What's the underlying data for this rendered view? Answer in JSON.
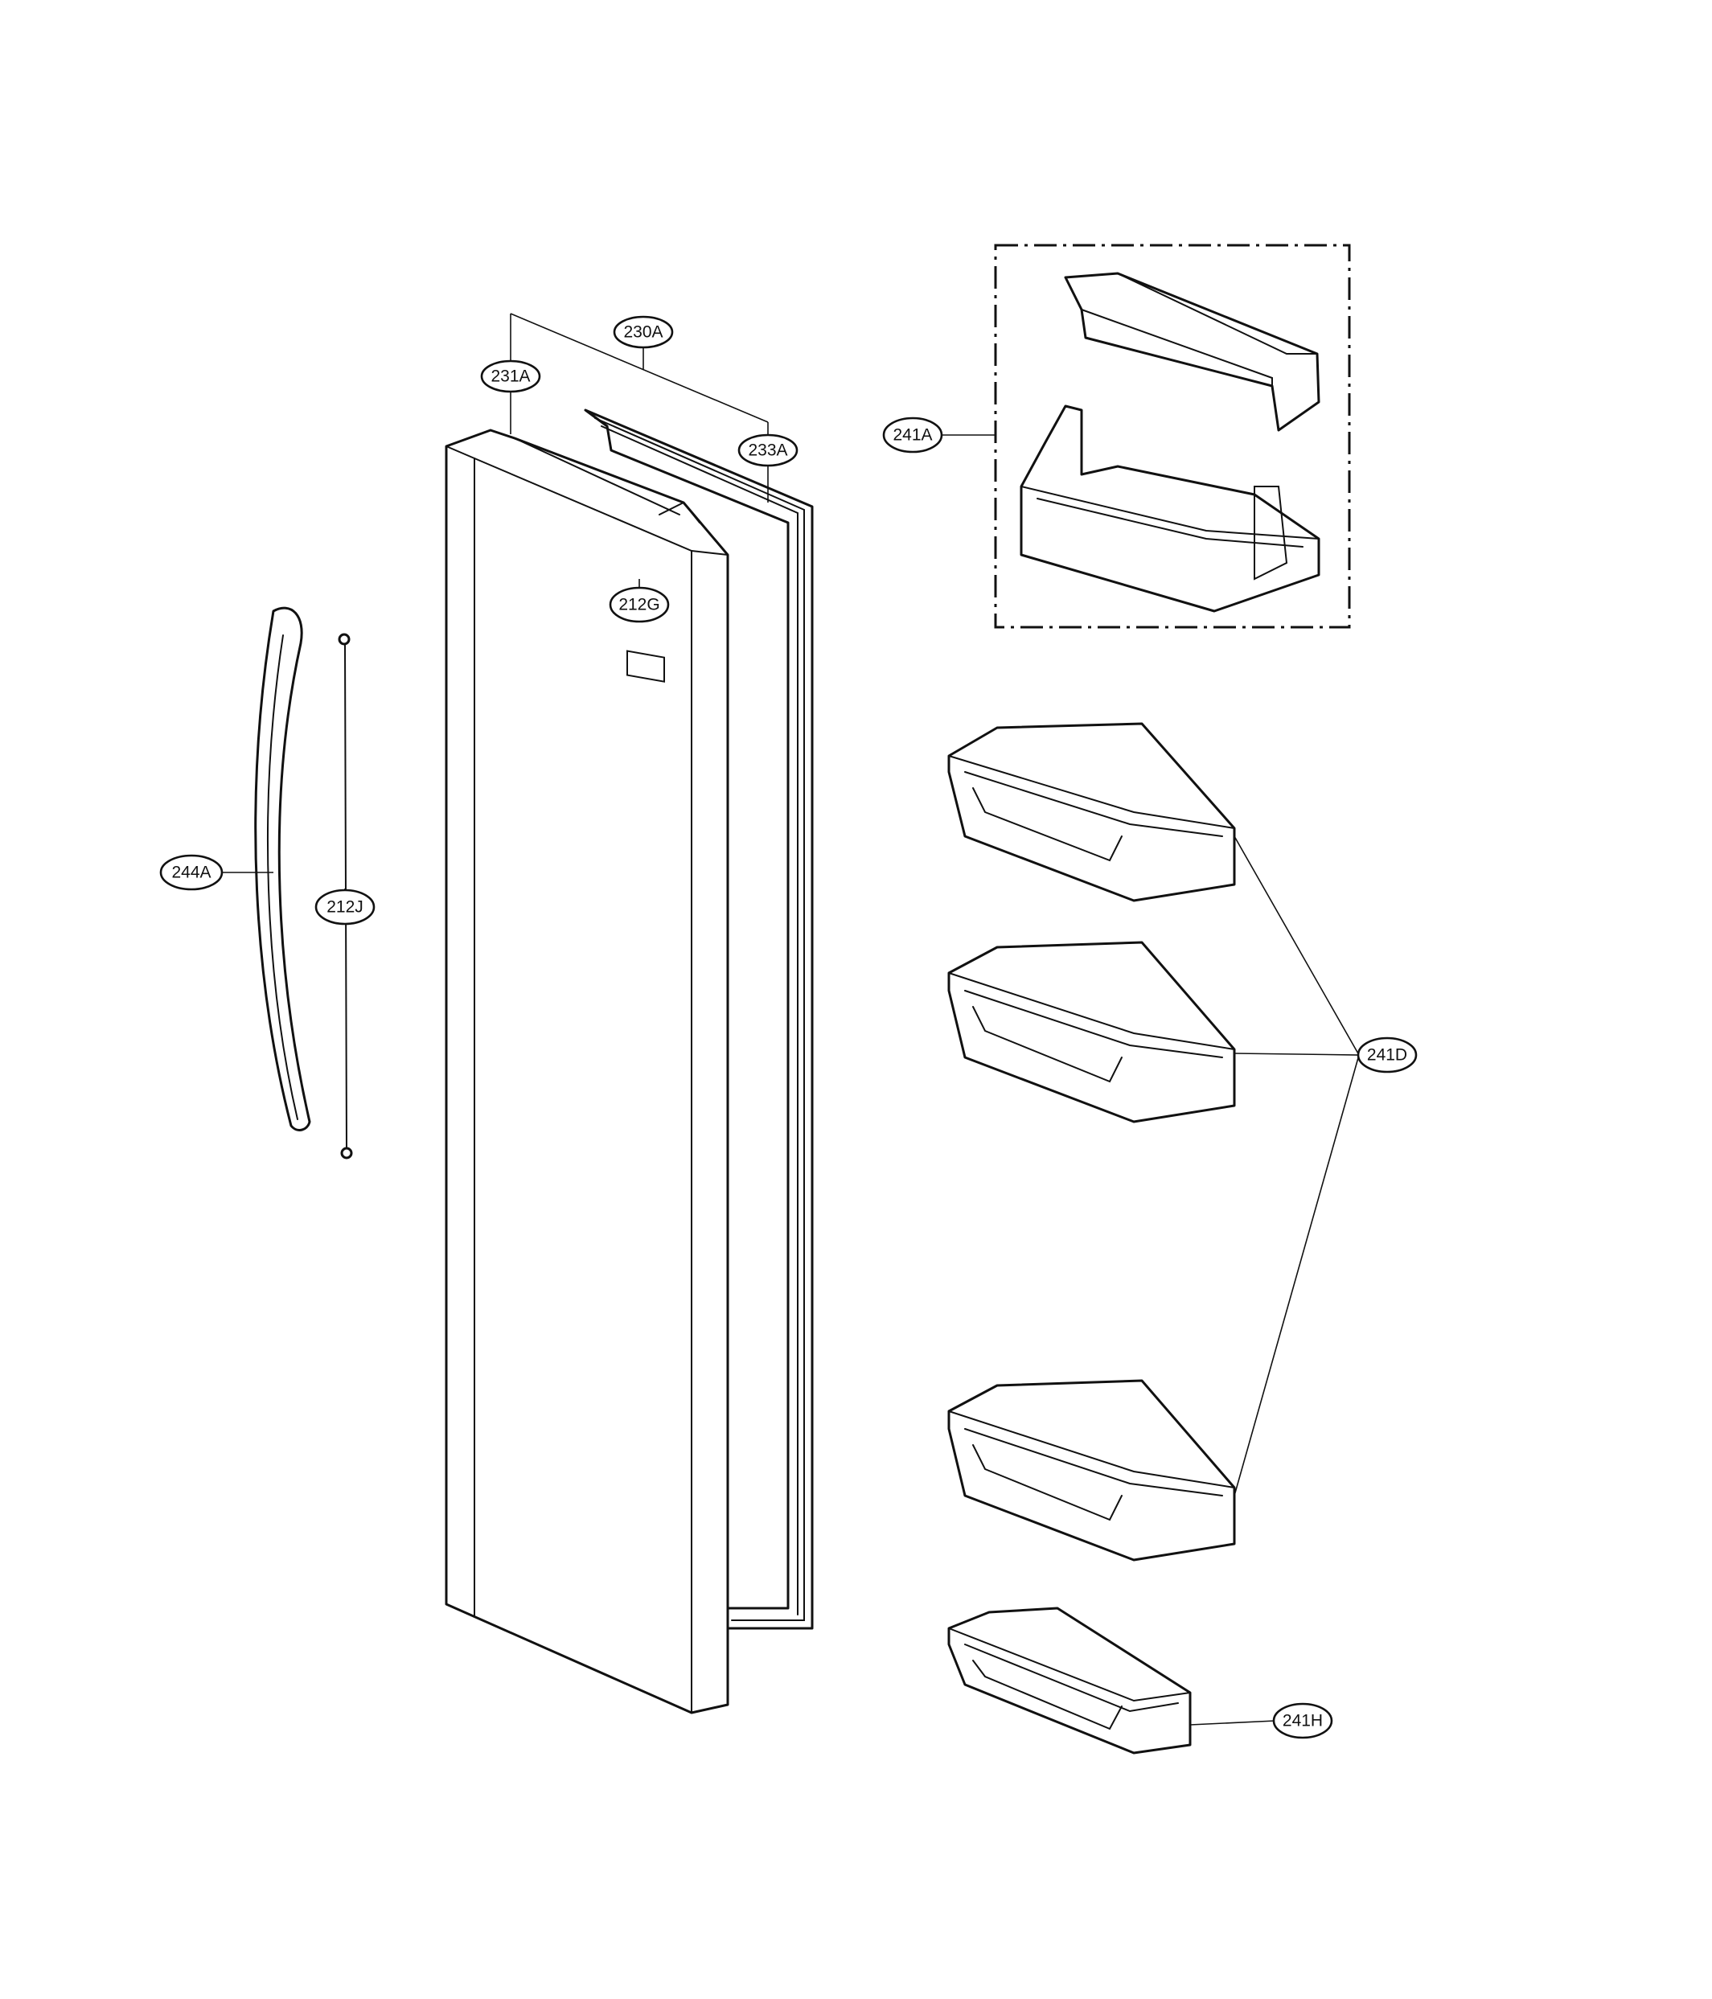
{
  "diagram": {
    "type": "exploded parts diagram",
    "callouts": [
      {
        "id": "230A",
        "label": "230A"
      },
      {
        "id": "231A",
        "label": "231A"
      },
      {
        "id": "233A",
        "label": "233A"
      },
      {
        "id": "212G",
        "label": "212G"
      },
      {
        "id": "244A",
        "label": "244A"
      },
      {
        "id": "212J",
        "label": "212J"
      },
      {
        "id": "241A",
        "label": "241A"
      },
      {
        "id": "241D",
        "label": "241D"
      },
      {
        "id": "241H",
        "label": "241H"
      }
    ]
  }
}
